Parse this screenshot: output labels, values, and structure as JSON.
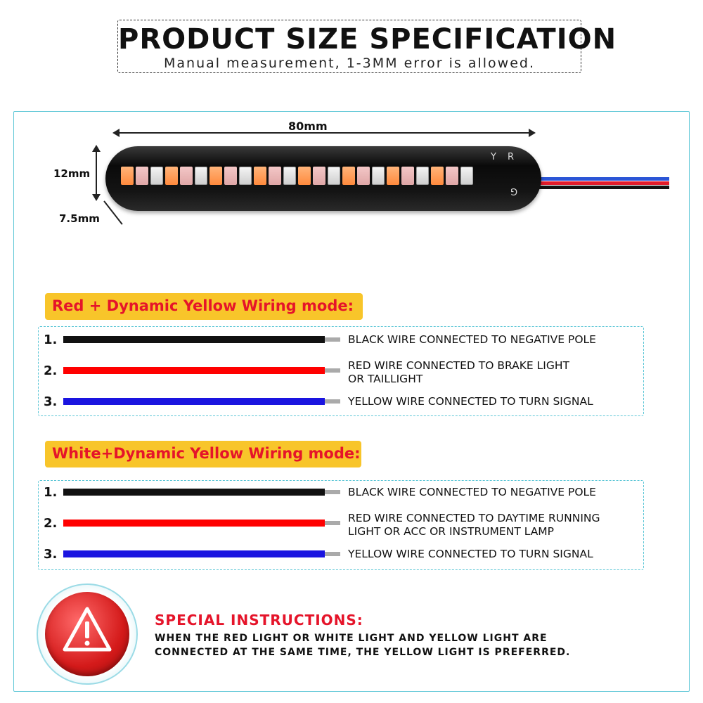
{
  "header": {
    "title": "PRODUCT SIZE SPECIFICATION",
    "subtitle": "Manual measurement, 1-3MM error is allowed."
  },
  "dimensions": {
    "length_label": "80mm",
    "height_label": "12mm",
    "depth_label": "7.5mm"
  },
  "strip_labels": {
    "yellow": "Y",
    "red": "R",
    "ground": "G"
  },
  "colors": {
    "accent_teal": "#5cc6d6",
    "badge_yellow": "#f8c52a",
    "title_red": "#e5142a",
    "wire_black": "#111111",
    "wire_red": "#ff0000",
    "wire_blue": "#1a14e0"
  },
  "mode1": {
    "title": "Red + Dynamic Yellow Wiring mode:",
    "wires": [
      {
        "num": "1.",
        "color": "#111111",
        "text_lines": [
          "BLACK WIRE CONNECTED TO NEGATIVE POLE"
        ]
      },
      {
        "num": "2.",
        "color": "#ff0000",
        "text_lines": [
          "RED WIRE CONNECTED TO BRAKE LIGHT",
          "OR TAILLIGHT"
        ]
      },
      {
        "num": "3.",
        "color": "#1a14e0",
        "text_lines": [
          "YELLOW WIRE CONNECTED TO TURN SIGNAL"
        ]
      }
    ]
  },
  "mode2": {
    "title": "White+Dynamic Yellow Wiring mode:",
    "wires": [
      {
        "num": "1.",
        "color": "#111111",
        "text_lines": [
          "BLACK WIRE CONNECTED TO NEGATIVE POLE"
        ]
      },
      {
        "num": "2.",
        "color": "#ff0000",
        "text_lines": [
          "RED WIRE CONNECTED TO DAYTIME RUNNING",
          "LIGHT OR ACC OR INSTRUMENT LAMP"
        ]
      },
      {
        "num": "3.",
        "color": "#1a14e0",
        "text_lines": [
          "YELLOW WIRE CONNECTED TO TURN SIGNAL"
        ]
      }
    ]
  },
  "special": {
    "title": "SPECIAL INSTRUCTIONS:",
    "lines": [
      "WHEN THE RED LIGHT OR WHITE LIGHT AND YELLOW LIGHT ARE",
      "CONNECTED AT THE SAME TIME, THE YELLOW LIGHT IS PREFERRED."
    ],
    "icon": "warning-triangle-icon"
  }
}
